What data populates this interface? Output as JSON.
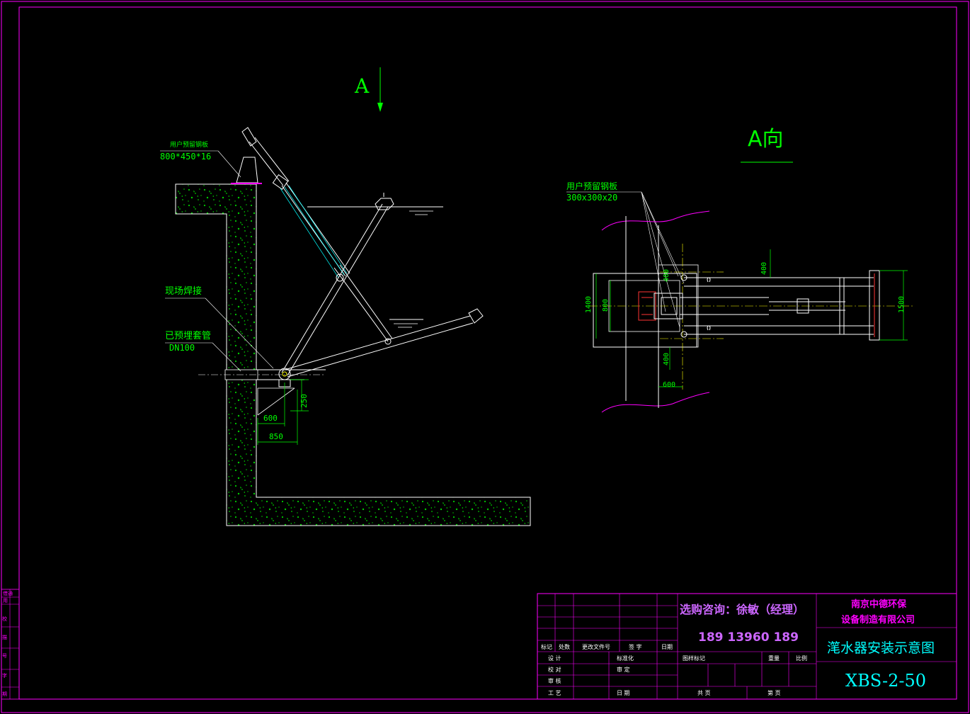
{
  "section_view": {
    "view_marker": "A",
    "label_user_plate": "用户预留钢板",
    "label_user_plate_size": "800*450*16",
    "label_site_weld": "现场焊接",
    "label_embedded_pipe": "已预埋套管",
    "label_embedded_pipe_size": "DN100",
    "dim_600": "600",
    "dim_850": "850",
    "dim_250": "250"
  },
  "plan_view": {
    "title": "A向",
    "label_user_plate": "用户预留钢板",
    "label_user_plate_size": "300x300x20",
    "dim_400_top": "400",
    "dim_400_side": "400",
    "dim_400_bottom": "400",
    "dim_600": "600",
    "dim_1400": "1400",
    "dim_800": "800",
    "dim_1500": "1500"
  },
  "title_block": {
    "consult_label": "选购咨询：徐敏（经理）",
    "phone": "189 13960 189",
    "company_line1": "南京中德环保",
    "company_line2": "设备制造有限公司",
    "drawing_title": "滗水器安装示意图",
    "drawing_number": "XBS-2-50",
    "col_mark": "标记",
    "col_count": "处数",
    "col_change_doc": "更改文件号",
    "col_sign": "签 字",
    "col_date": "日期",
    "row_design": "设 计",
    "row_standard": "标准化",
    "row_check": "校 对",
    "row_review": "审 定",
    "row_audit": "审 核",
    "row_process": "工 艺",
    "row_date": "日 期",
    "stage_mark": "图样标记",
    "weight": "重量",
    "scale": "比例",
    "sheets_total": "共  页",
    "sheet_no": "第  页"
  },
  "left_strip": {
    "label_1": "借通",
    "label_2": "用",
    "label_3": "校",
    "label_4": "描",
    "label_5": "号",
    "label_6": "字",
    "label_7": "期"
  },
  "colors": {
    "frame": "#ff00ff",
    "concrete_dots": "#00cc00",
    "dimension": "#00ff00",
    "outline": "#ffffff",
    "water": "#00ffff",
    "title_text": "#00ffff",
    "company_text": "#ff00ff"
  }
}
